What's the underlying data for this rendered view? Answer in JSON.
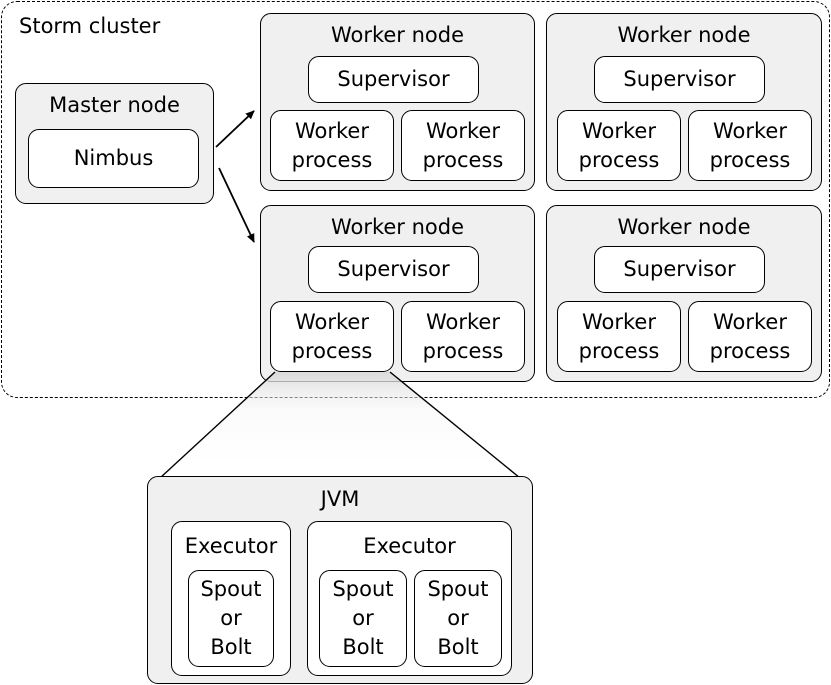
{
  "cluster": {
    "label": "Storm cluster",
    "master": {
      "title": "Master node",
      "nimbus": "Nimbus"
    },
    "worker_nodes": [
      {
        "title": "Worker node",
        "supervisor": "Supervisor",
        "processes": [
          "Worker\nprocess",
          "Worker\nprocess"
        ]
      },
      {
        "title": "Worker node",
        "supervisor": "Supervisor",
        "processes": [
          "Worker\nprocess",
          "Worker\nprocess"
        ]
      },
      {
        "title": "Worker node",
        "supervisor": "Supervisor",
        "processes": [
          "Worker\nprocess",
          "Worker\nprocess"
        ]
      },
      {
        "title": "Worker node",
        "supervisor": "Supervisor",
        "processes": [
          "Worker\nprocess",
          "Worker\nprocess"
        ]
      }
    ]
  },
  "jvm": {
    "title": "JVM",
    "executors": [
      {
        "title": "Executor",
        "tasks": [
          "Spout\nor\nBolt"
        ]
      },
      {
        "title": "Executor",
        "tasks": [
          "Spout\nor\nBolt",
          "Spout\nor\nBolt"
        ]
      }
    ]
  }
}
